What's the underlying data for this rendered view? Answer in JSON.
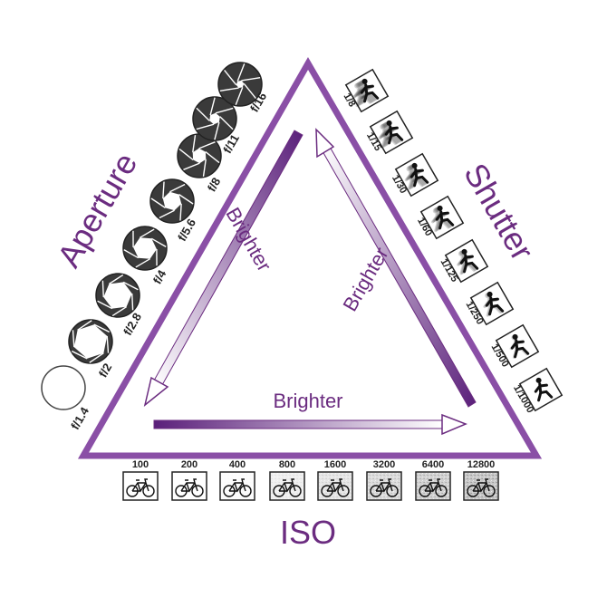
{
  "titles": {
    "aperture": "Aperture",
    "shutter": "Shutter",
    "iso": "ISO"
  },
  "arrows": {
    "left": "Brighter",
    "right": "Brighter",
    "bottom": "Brighter"
  },
  "apertures": [
    "f/1.4",
    "f/2",
    "f/2.8",
    "f/4",
    "f/5.6",
    "f/8",
    "f/11",
    "f/16"
  ],
  "shutters": [
    "1/8",
    "1/15",
    "1/30",
    "1/60",
    "1/125",
    "1/250",
    "1/500",
    "1/1000"
  ],
  "isos": [
    "100",
    "200",
    "400",
    "800",
    "1600",
    "3200",
    "6400",
    "12800"
  ],
  "colors": {
    "accent": "#6b2c80",
    "triangle": "#8a4fa6",
    "dark": "#222222"
  },
  "icons": {
    "aperture": "aperture-blade-icon",
    "shutter": "running-figure-icon",
    "iso": "bicycle-icon"
  }
}
